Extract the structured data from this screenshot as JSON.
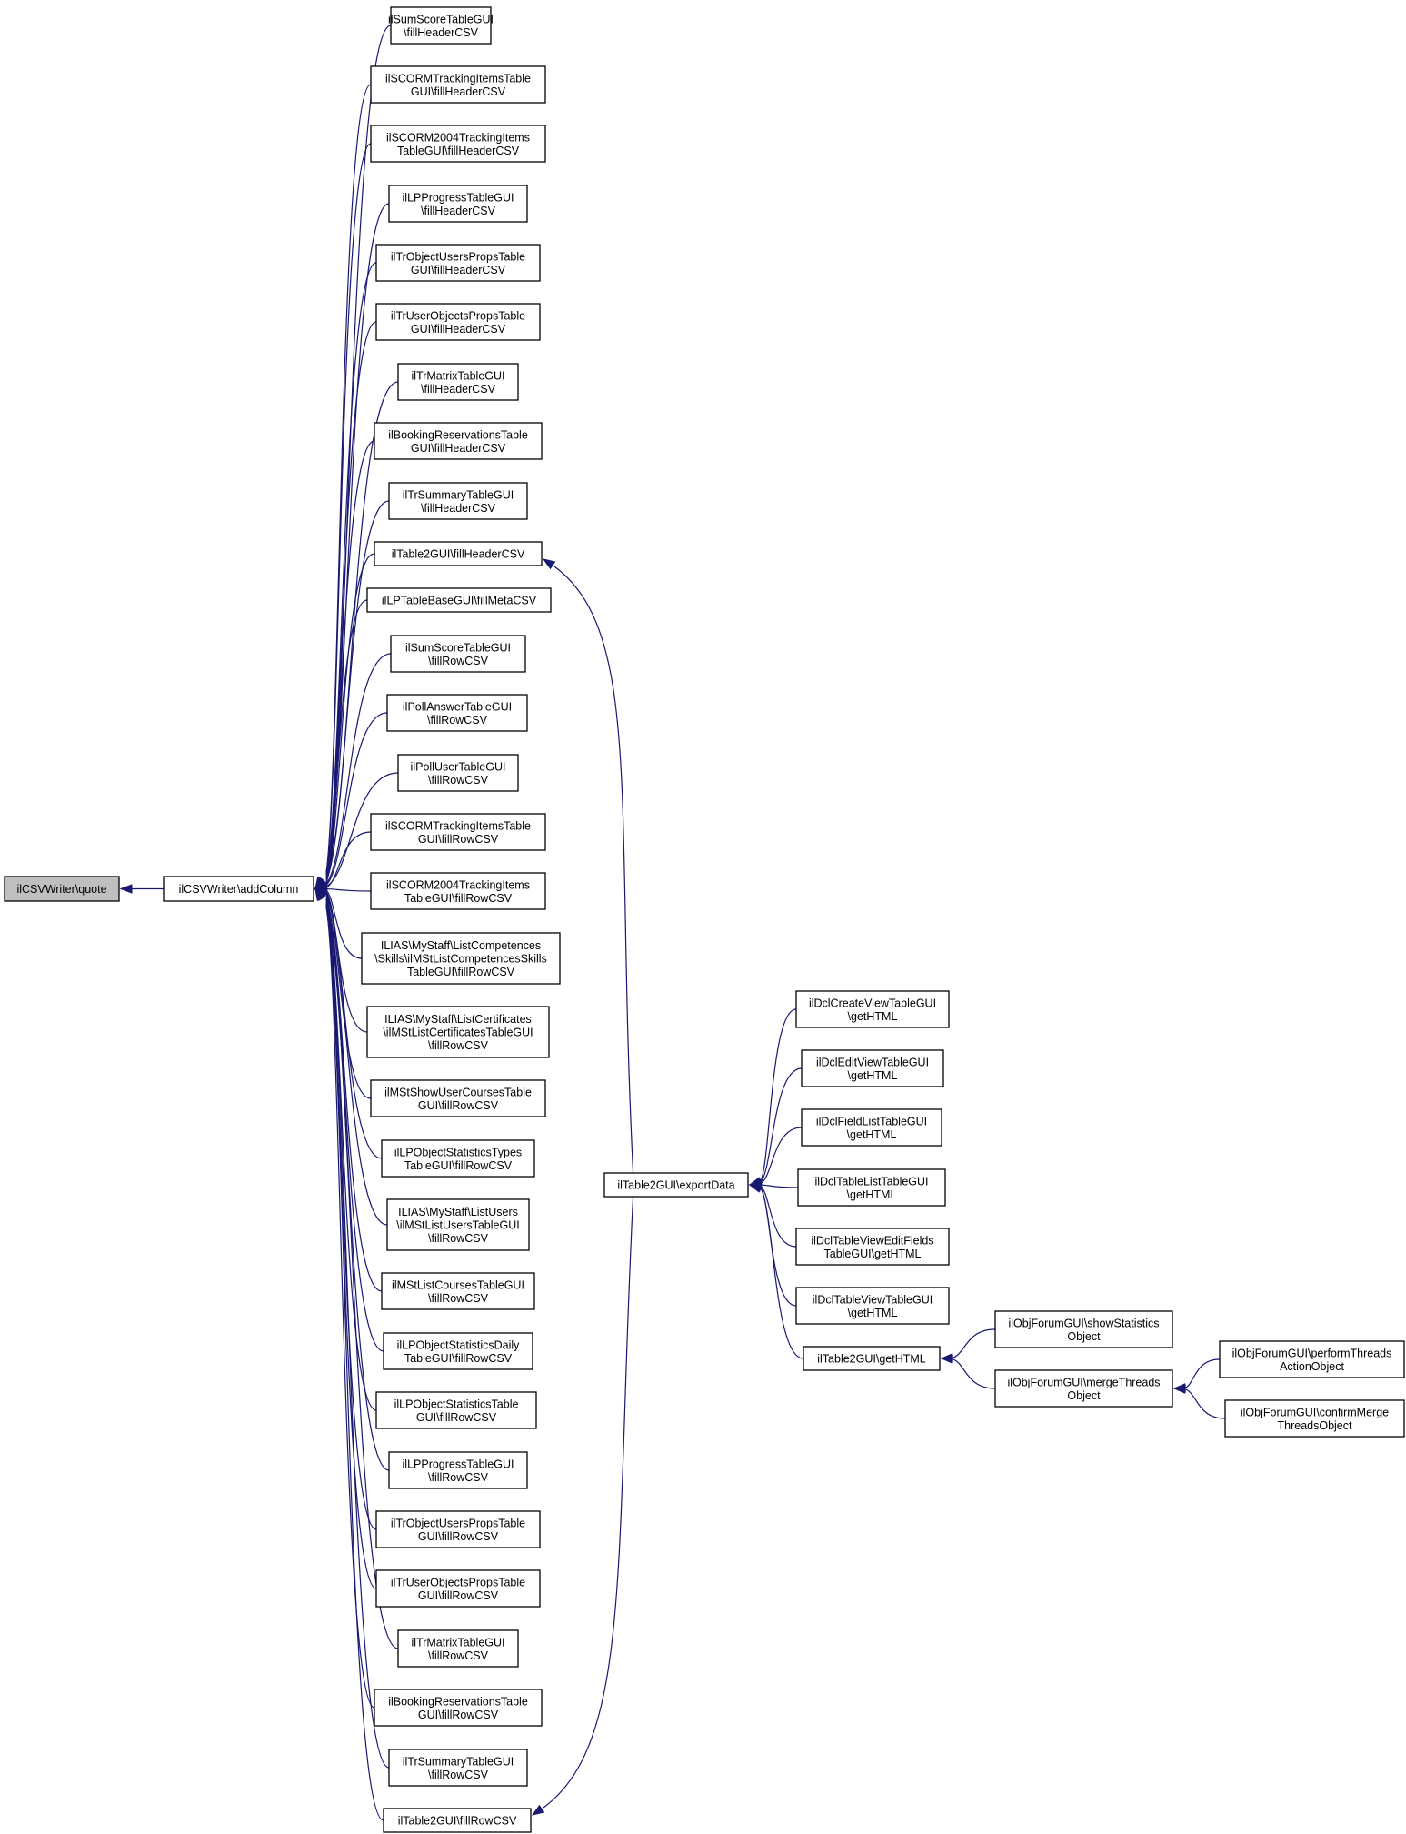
{
  "nodes": [
    {
      "id": "quote",
      "label": [
        "ilCSVWriter\\quote"
      ],
      "root": true
    },
    {
      "id": "addColumn",
      "label": [
        "ilCSVWriter\\addColumn"
      ]
    },
    {
      "id": "n1",
      "label": [
        "ilSumScoreTableGUI",
        "\\fillHeaderCSV"
      ]
    },
    {
      "id": "n2",
      "label": [
        "ilSCORMTrackingItemsTable",
        "GUI\\fillHeaderCSV"
      ]
    },
    {
      "id": "n3",
      "label": [
        "ilSCORM2004TrackingItems",
        "TableGUI\\fillHeaderCSV"
      ]
    },
    {
      "id": "n4",
      "label": [
        "ilLPProgressTableGUI",
        "\\fillHeaderCSV"
      ]
    },
    {
      "id": "n5",
      "label": [
        "ilTrObjectUsersPropsTable",
        "GUI\\fillHeaderCSV"
      ]
    },
    {
      "id": "n6",
      "label": [
        "ilTrUserObjectsPropsTable",
        "GUI\\fillHeaderCSV"
      ]
    },
    {
      "id": "n7",
      "label": [
        "ilTrMatrixTableGUI",
        "\\fillHeaderCSV"
      ]
    },
    {
      "id": "n8",
      "label": [
        "ilBookingReservationsTable",
        "GUI\\fillHeaderCSV"
      ]
    },
    {
      "id": "n9",
      "label": [
        "ilTrSummaryTableGUI",
        "\\fillHeaderCSV"
      ]
    },
    {
      "id": "n10",
      "label": [
        "ilTable2GUI\\fillHeaderCSV"
      ]
    },
    {
      "id": "n11",
      "label": [
        "ilLPTableBaseGUI\\fillMetaCSV"
      ]
    },
    {
      "id": "n12",
      "label": [
        "ilSumScoreTableGUI",
        "\\fillRowCSV"
      ]
    },
    {
      "id": "n13",
      "label": [
        "ilPollAnswerTableGUI",
        "\\fillRowCSV"
      ]
    },
    {
      "id": "n14",
      "label": [
        "ilPollUserTableGUI",
        "\\fillRowCSV"
      ]
    },
    {
      "id": "n15",
      "label": [
        "ilSCORMTrackingItemsTable",
        "GUI\\fillRowCSV"
      ]
    },
    {
      "id": "n16",
      "label": [
        "ilSCORM2004TrackingItems",
        "TableGUI\\fillRowCSV"
      ]
    },
    {
      "id": "n17",
      "label": [
        "ILIAS\\MyStaff\\ListCompetences",
        "\\Skills\\ilMStListCompetencesSkills",
        "TableGUI\\fillRowCSV"
      ]
    },
    {
      "id": "n18",
      "label": [
        "ILIAS\\MyStaff\\ListCertificates",
        "\\ilMStListCertificatesTableGUI",
        "\\fillRowCSV"
      ]
    },
    {
      "id": "n19",
      "label": [
        "ilMStShowUserCoursesTable",
        "GUI\\fillRowCSV"
      ]
    },
    {
      "id": "n20",
      "label": [
        "ilLPObjectStatisticsTypes",
        "TableGUI\\fillRowCSV"
      ]
    },
    {
      "id": "n21",
      "label": [
        "ILIAS\\MyStaff\\ListUsers",
        "\\ilMStListUsersTableGUI",
        "\\fillRowCSV"
      ]
    },
    {
      "id": "n22",
      "label": [
        "ilMStListCoursesTableGUI",
        "\\fillRowCSV"
      ]
    },
    {
      "id": "n23",
      "label": [
        "ilLPObjectStatisticsDaily",
        "TableGUI\\fillRowCSV"
      ]
    },
    {
      "id": "n24",
      "label": [
        "ilLPObjectStatisticsTable",
        "GUI\\fillRowCSV"
      ]
    },
    {
      "id": "n25",
      "label": [
        "ilLPProgressTableGUI",
        "\\fillRowCSV"
      ]
    },
    {
      "id": "n26",
      "label": [
        "ilTrObjectUsersPropsTable",
        "GUI\\fillRowCSV"
      ]
    },
    {
      "id": "n27",
      "label": [
        "ilTrUserObjectsPropsTable",
        "GUI\\fillRowCSV"
      ]
    },
    {
      "id": "n28",
      "label": [
        "ilTrMatrixTableGUI",
        "\\fillRowCSV"
      ]
    },
    {
      "id": "n29",
      "label": [
        "ilBookingReservationsTable",
        "GUI\\fillRowCSV"
      ]
    },
    {
      "id": "n30",
      "label": [
        "ilTrSummaryTableGUI",
        "\\fillRowCSV"
      ]
    },
    {
      "id": "n31",
      "label": [
        "ilTable2GUI\\fillRowCSV"
      ]
    },
    {
      "id": "exportData",
      "label": [
        "ilTable2GUI\\exportData"
      ]
    },
    {
      "id": "e1",
      "label": [
        "ilDclCreateViewTableGUI",
        "\\getHTML"
      ]
    },
    {
      "id": "e2",
      "label": [
        "ilDclEditViewTableGUI",
        "\\getHTML"
      ]
    },
    {
      "id": "e3",
      "label": [
        "ilDclFieldListTableGUI",
        "\\getHTML"
      ]
    },
    {
      "id": "e4",
      "label": [
        "ilDclTableListTableGUI",
        "\\getHTML"
      ]
    },
    {
      "id": "e5",
      "label": [
        "ilDclTableViewEditFields",
        "TableGUI\\getHTML"
      ]
    },
    {
      "id": "e6",
      "label": [
        "ilDclTableViewTableGUI",
        "\\getHTML"
      ]
    },
    {
      "id": "getHTML",
      "label": [
        "ilTable2GUI\\getHTML"
      ]
    },
    {
      "id": "g1",
      "label": [
        "ilObjForumGUI\\showStatistics",
        "Object"
      ]
    },
    {
      "id": "g2",
      "label": [
        "ilObjForumGUI\\mergeThreads",
        "Object"
      ]
    },
    {
      "id": "m1",
      "label": [
        "ilObjForumGUI\\performThreads",
        "ActionObject"
      ]
    },
    {
      "id": "m2",
      "label": [
        "ilObjForumGUI\\confirmMerge",
        "ThreadsObject"
      ]
    }
  ],
  "edges": [
    {
      "from": "addColumn",
      "to": "quote"
    },
    {
      "from": "n1",
      "to": "addColumn"
    },
    {
      "from": "n2",
      "to": "addColumn"
    },
    {
      "from": "n3",
      "to": "addColumn"
    },
    {
      "from": "n4",
      "to": "addColumn"
    },
    {
      "from": "n5",
      "to": "addColumn"
    },
    {
      "from": "n6",
      "to": "addColumn"
    },
    {
      "from": "n7",
      "to": "addColumn"
    },
    {
      "from": "n8",
      "to": "addColumn"
    },
    {
      "from": "n9",
      "to": "addColumn"
    },
    {
      "from": "n10",
      "to": "addColumn"
    },
    {
      "from": "n11",
      "to": "addColumn"
    },
    {
      "from": "n12",
      "to": "addColumn"
    },
    {
      "from": "n13",
      "to": "addColumn"
    },
    {
      "from": "n14",
      "to": "addColumn"
    },
    {
      "from": "n15",
      "to": "addColumn"
    },
    {
      "from": "n16",
      "to": "addColumn"
    },
    {
      "from": "n17",
      "to": "addColumn"
    },
    {
      "from": "n18",
      "to": "addColumn"
    },
    {
      "from": "n19",
      "to": "addColumn"
    },
    {
      "from": "n20",
      "to": "addColumn"
    },
    {
      "from": "n21",
      "to": "addColumn"
    },
    {
      "from": "n22",
      "to": "addColumn"
    },
    {
      "from": "n23",
      "to": "addColumn"
    },
    {
      "from": "n24",
      "to": "addColumn"
    },
    {
      "from": "n25",
      "to": "addColumn"
    },
    {
      "from": "n26",
      "to": "addColumn"
    },
    {
      "from": "n27",
      "to": "addColumn"
    },
    {
      "from": "n28",
      "to": "addColumn"
    },
    {
      "from": "n29",
      "to": "addColumn"
    },
    {
      "from": "n30",
      "to": "addColumn"
    },
    {
      "from": "n31",
      "to": "addColumn"
    },
    {
      "from": "exportData",
      "to": "n10"
    },
    {
      "from": "exportData",
      "to": "n31"
    },
    {
      "from": "e1",
      "to": "exportData"
    },
    {
      "from": "e2",
      "to": "exportData"
    },
    {
      "from": "e3",
      "to": "exportData"
    },
    {
      "from": "e4",
      "to": "exportData"
    },
    {
      "from": "e5",
      "to": "exportData"
    },
    {
      "from": "e6",
      "to": "exportData"
    },
    {
      "from": "getHTML",
      "to": "exportData"
    },
    {
      "from": "g1",
      "to": "getHTML"
    },
    {
      "from": "g2",
      "to": "getHTML"
    },
    {
      "from": "m1",
      "to": "g2"
    },
    {
      "from": "m2",
      "to": "g2"
    }
  ]
}
